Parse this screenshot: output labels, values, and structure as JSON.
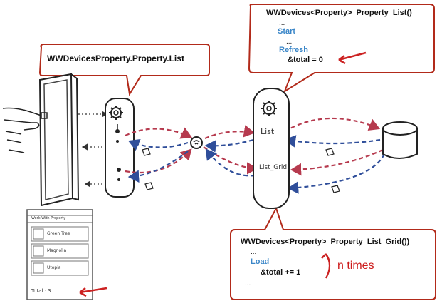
{
  "callout_left": {
    "text": "WWDevicesProperty.Property.List"
  },
  "callout_top": {
    "title": "WWDevices<Property>_Property_List()",
    "ellipsis1": "...",
    "start": "Start",
    "ellipsis2": "...",
    "refresh": "Refresh",
    "total": "&total = 0"
  },
  "callout_bottom": {
    "title": "WWDevices<Property>_Property_List_Grid())",
    "ellipsis1": "...",
    "load": "Load",
    "total": "&total += 1",
    "ellipsis2": "..."
  },
  "n_times": "n times",
  "server": {
    "list_label": "List",
    "grid_label": "List_Grid"
  },
  "phone_screen": {
    "header": "Work With Property",
    "items": [
      "Green Tree",
      "Magnolia",
      "Utopia"
    ],
    "total": "Total : 3"
  },
  "colors": {
    "callout_border": "#b22a1a",
    "arrow_red": "#cc2222",
    "dash_red": "#b63a4e",
    "dash_blue": "#2f4e9a",
    "blue_text": "#3a86c8"
  },
  "icons": [
    "gear-icon",
    "wifi-icon",
    "database-icon",
    "document-icon",
    "hand-icon"
  ]
}
